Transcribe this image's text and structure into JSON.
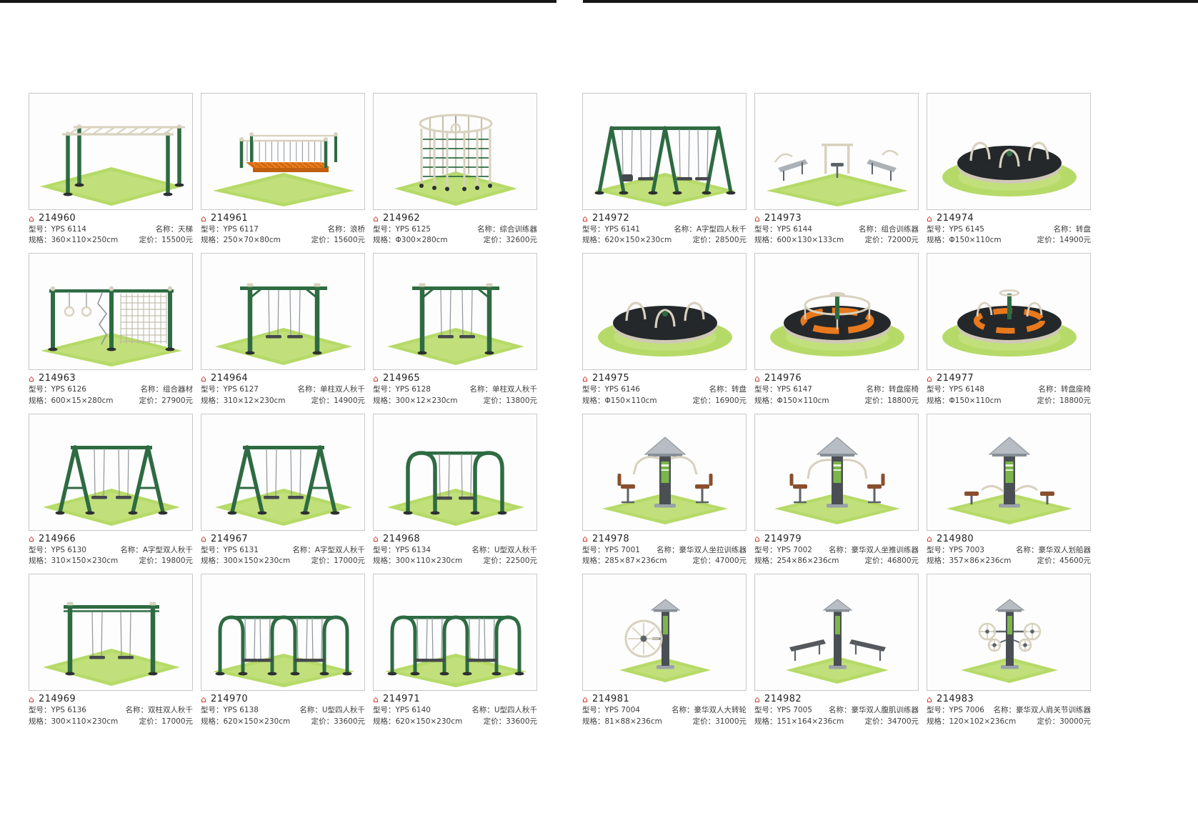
{
  "labels": {
    "model": "型号：",
    "name": "名称：",
    "spec": "规格：",
    "price": "定价："
  },
  "icons": {
    "house_marker": "⌂"
  },
  "accent_colors": {
    "marker_red": "#cf3126",
    "frame_green": "#2e6b42",
    "grass_green": "#b6da68",
    "seat_orange": "#e8791d"
  },
  "left_page": {
    "products": [
      {
        "id": "214960",
        "model": "YPS 6114",
        "name": "天梯",
        "spec": "360×110×250cm",
        "price": "15500元",
        "visual": "horizontal-ladder"
      },
      {
        "id": "214961",
        "model": "YPS 6117",
        "name": "浪桥",
        "spec": "250×70×80cm",
        "price": "15600元",
        "visual": "wave-bridge"
      },
      {
        "id": "214962",
        "model": "YPS 6125",
        "name": "综合训练器",
        "spec": "Φ300×280cm",
        "price": "32600元",
        "visual": "climbing-cage"
      },
      {
        "id": "214963",
        "model": "YPS 6126",
        "name": "组合器材",
        "spec": "600×15×280cm",
        "price": "27900元",
        "visual": "combo-frame"
      },
      {
        "id": "214964",
        "model": "YPS 6127",
        "name": "单柱双人秋千",
        "spec": "310×12×230cm",
        "price": "14900元",
        "visual": "swing-single-post"
      },
      {
        "id": "214965",
        "model": "YPS 6128",
        "name": "单柱双人秋千",
        "spec": "300×12×230cm",
        "price": "13800元",
        "visual": "swing-single-post"
      },
      {
        "id": "214966",
        "model": "YPS 6130",
        "name": "A字型双人秋千",
        "spec": "310×150×230cm",
        "price": "19800元",
        "visual": "swing-a-frame-2"
      },
      {
        "id": "214967",
        "model": "YPS 6131",
        "name": "A字型双人秋千",
        "spec": "300×150×230cm",
        "price": "17000元",
        "visual": "swing-a-frame-2"
      },
      {
        "id": "214968",
        "model": "YPS 6134",
        "name": "U型双人秋千",
        "spec": "300×110×230cm",
        "price": "22500元",
        "visual": "swing-u-2"
      },
      {
        "id": "214969",
        "model": "YPS 6136",
        "name": "双柱双人秋千",
        "spec": "300×110×230cm",
        "price": "17000元",
        "visual": "swing-portal-2"
      },
      {
        "id": "214970",
        "model": "YPS 6138",
        "name": "U型四人秋千",
        "spec": "620×150×230cm",
        "price": "33600元",
        "visual": "swing-u-4"
      },
      {
        "id": "214971",
        "model": "YPS 6140",
        "name": "U型四人秋千",
        "spec": "620×150×230cm",
        "price": "33600元",
        "visual": "swing-u-4"
      }
    ]
  },
  "right_page": {
    "products": [
      {
        "id": "214972",
        "model": "YPS 6141",
        "name": "A字型四人秋千",
        "spec": "620×150×230cm",
        "price": "28500元",
        "visual": "swing-a-frame-4"
      },
      {
        "id": "214973",
        "model": "YPS 6144",
        "name": "组合训练器",
        "spec": "600×130×133cm",
        "price": "72000元",
        "visual": "fitness-row"
      },
      {
        "id": "214974",
        "model": "YPS 6145",
        "name": "转盘",
        "spec": "Φ150×110cm",
        "price": "14900元",
        "visual": "carousel-handles"
      },
      {
        "id": "214975",
        "model": "YPS 6146",
        "name": "转盘",
        "spec": "Φ150×110cm",
        "price": "16900元",
        "visual": "carousel-handles"
      },
      {
        "id": "214976",
        "model": "YPS 6147",
        "name": "转盘座椅",
        "spec": "Φ150×110cm",
        "price": "18800元",
        "visual": "carousel-seats-rail"
      },
      {
        "id": "214977",
        "model": "YPS 6148",
        "name": "转盘座椅",
        "spec": "Φ150×110cm",
        "price": "18800元",
        "visual": "carousel-seats"
      },
      {
        "id": "214978",
        "model": "YPS 7001",
        "name": "豪华双人坐拉训练器",
        "spec": "285×87×236cm",
        "price": "47000元",
        "visual": "gym-tower-pull"
      },
      {
        "id": "214979",
        "model": "YPS 7002",
        "name": "豪华双人坐推训练器",
        "spec": "254×86×236cm",
        "price": "46800元",
        "visual": "gym-tower-push"
      },
      {
        "id": "214980",
        "model": "YPS 7003",
        "name": "豪华双人划船器",
        "spec": "357×86×236cm",
        "price": "45600元",
        "visual": "gym-rower"
      },
      {
        "id": "214981",
        "model": "YPS 7004",
        "name": "豪华双人大转轮",
        "spec": "81×88×236cm",
        "price": "31000元",
        "visual": "gym-wheel"
      },
      {
        "id": "214982",
        "model": "YPS 7005",
        "name": "豪华双人腹肌训练器",
        "spec": "151×164×236cm",
        "price": "34700元",
        "visual": "gym-ab"
      },
      {
        "id": "214983",
        "model": "YPS 7006",
        "name": "豪华双人肩关节训练器",
        "spec": "120×102×236cm",
        "price": "30000元",
        "visual": "gym-shoulder"
      }
    ]
  }
}
